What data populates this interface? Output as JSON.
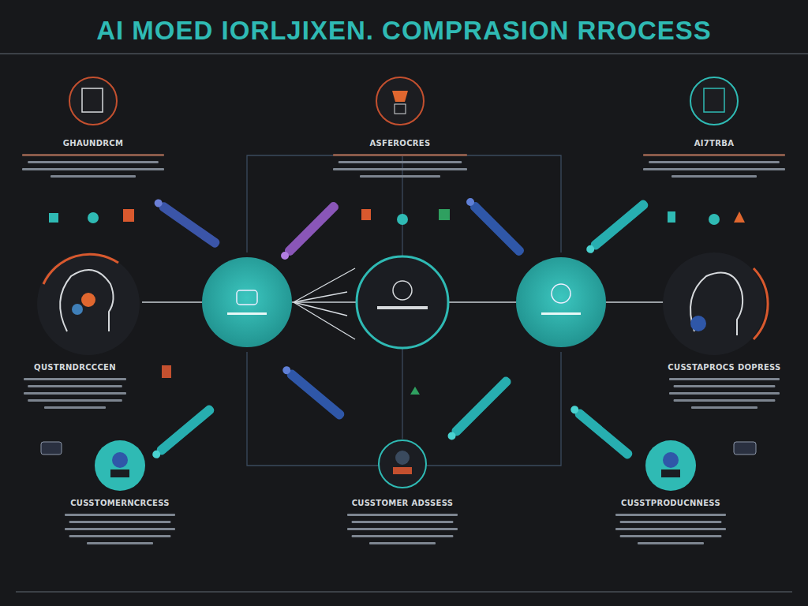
{
  "diagram": {
    "title": "AI MOED IORLJIXEN. COMPRASION RROCESS",
    "nodes": [
      {
        "text": [
          "GHAUNDRCM"
        ]
      },
      {
        "text": [
          "ASFEROCRES"
        ]
      },
      {
        "text": [
          "AI7TRBA"
        ]
      },
      {
        "text": [
          "QUSTRNDRCCCEN"
        ]
      },
      {
        "text": [
          "CUSSTAPROCS DOPRESS"
        ]
      },
      {
        "text": [
          "CUSSTOMERNCRCESS"
        ]
      },
      {
        "text": [
          "CUSSTOMER ADSSESS"
        ]
      },
      {
        "text": [
          "CUSSTPRODUCNNESS"
        ]
      }
    ]
  }
}
